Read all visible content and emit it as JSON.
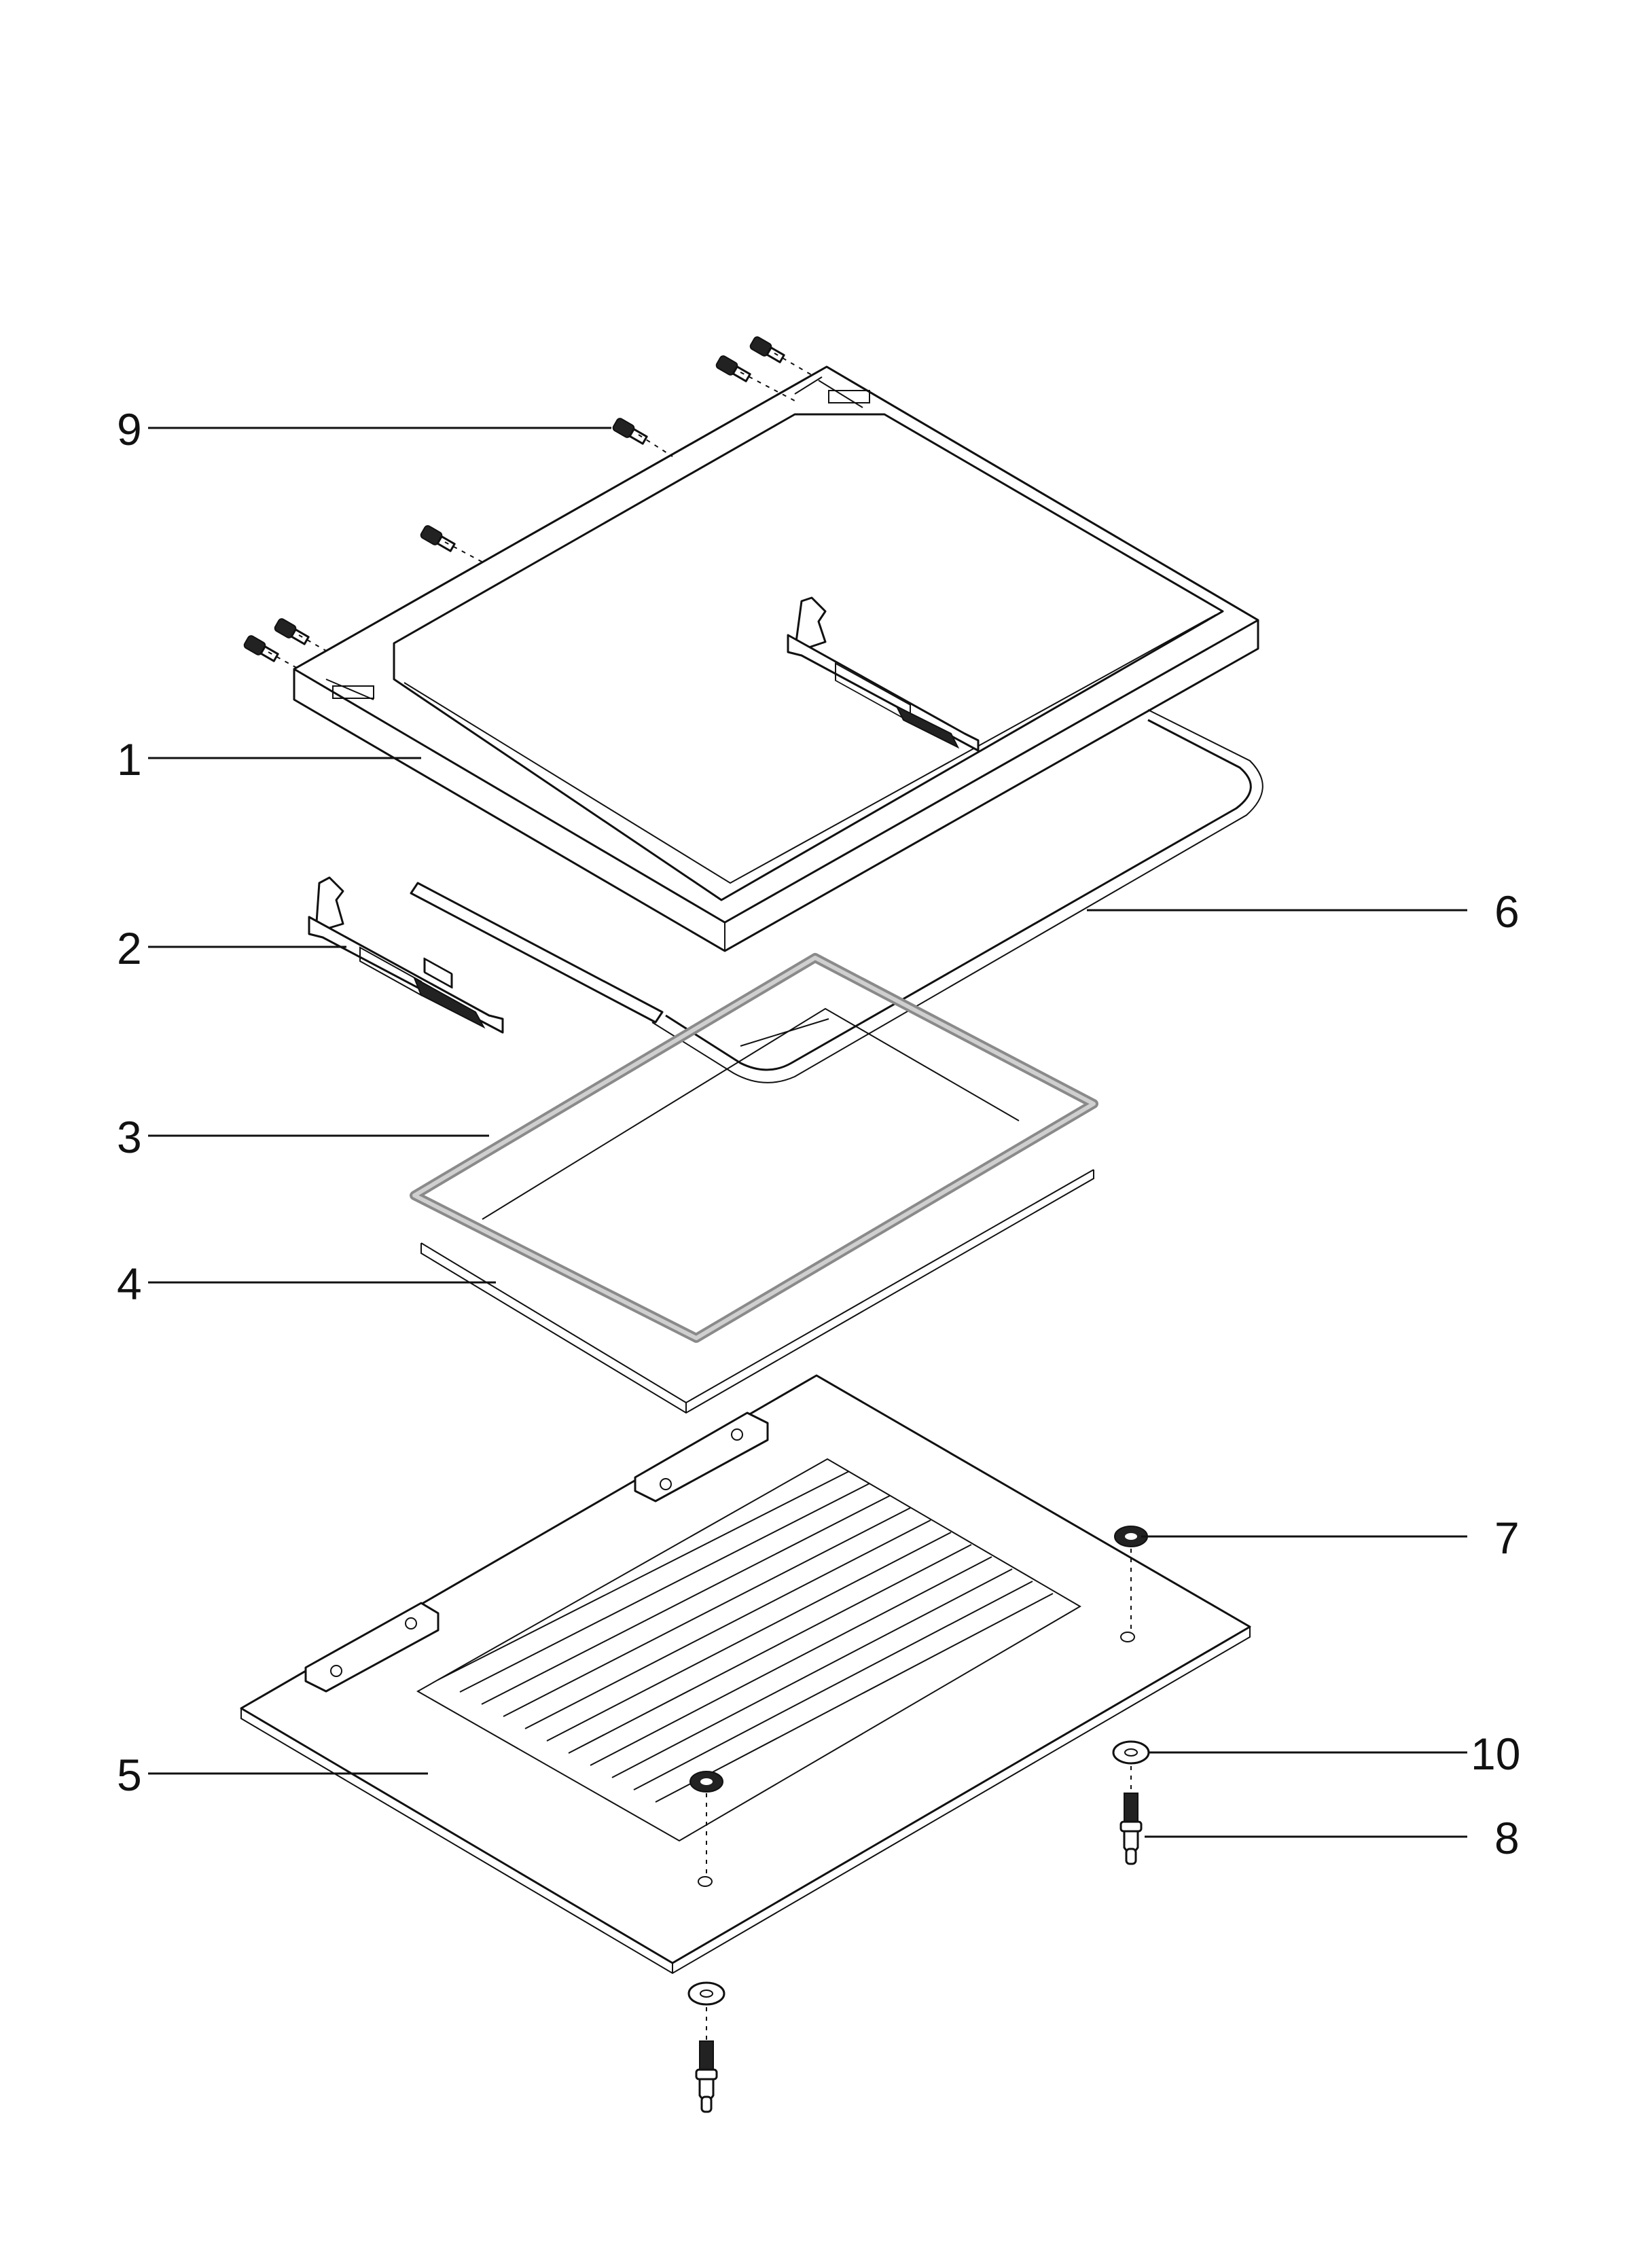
{
  "callouts": [
    {
      "id": "9",
      "label": "9"
    },
    {
      "id": "1",
      "label": "1"
    },
    {
      "id": "2",
      "label": "2"
    },
    {
      "id": "6",
      "label": "6"
    },
    {
      "id": "3",
      "label": "3"
    },
    {
      "id": "4",
      "label": "4"
    },
    {
      "id": "7",
      "label": "7"
    },
    {
      "id": "5",
      "label": "5"
    },
    {
      "id": "10",
      "label": "10"
    },
    {
      "id": "8",
      "label": "8"
    }
  ],
  "colors": {
    "line": "#111111",
    "background": "#ffffff",
    "seal": "#8a8a8a"
  }
}
